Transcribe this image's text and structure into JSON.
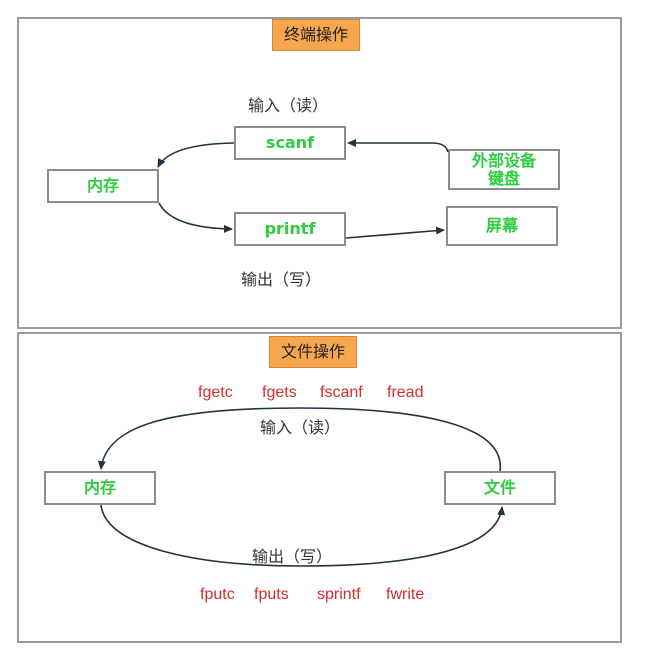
{
  "terminal": {
    "title": "终端操作",
    "memory": "内存",
    "scanf": "scanf",
    "printf": "printf",
    "device_line1": "外部设备",
    "device_line2": "键盘",
    "screen": "屏幕",
    "input_label": "输入（读）",
    "output_label": "输出（写）"
  },
  "file": {
    "title": "文件操作",
    "memory": "内存",
    "file": "文件",
    "input_label": "输入（读）",
    "output_label": "输出（写）",
    "read_funcs": [
      "fgetc",
      "fgets",
      "fscanf",
      "fread"
    ],
    "write_funcs": [
      "fputc",
      "fputs",
      "sprintf",
      "fwrite"
    ]
  },
  "colors": {
    "node_text": "#2ecc40",
    "func_text": "#d62c2c",
    "tag_bg": "#f6a64d",
    "arrow": "#1f3344"
  }
}
